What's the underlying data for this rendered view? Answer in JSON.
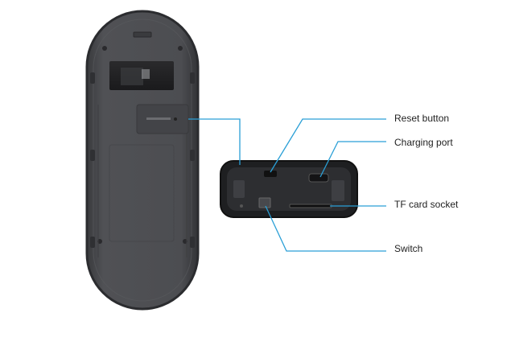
{
  "callouts": {
    "reset_button": "Reset button",
    "charging_port": "Charging port",
    "tf_card_socket": "TF card socket",
    "switch": "Switch"
  },
  "colors": {
    "leader_line": "#2a9fd6",
    "device_body": "#4a4b4f",
    "device_edge": "#2b2c2f",
    "background": "#ffffff"
  }
}
